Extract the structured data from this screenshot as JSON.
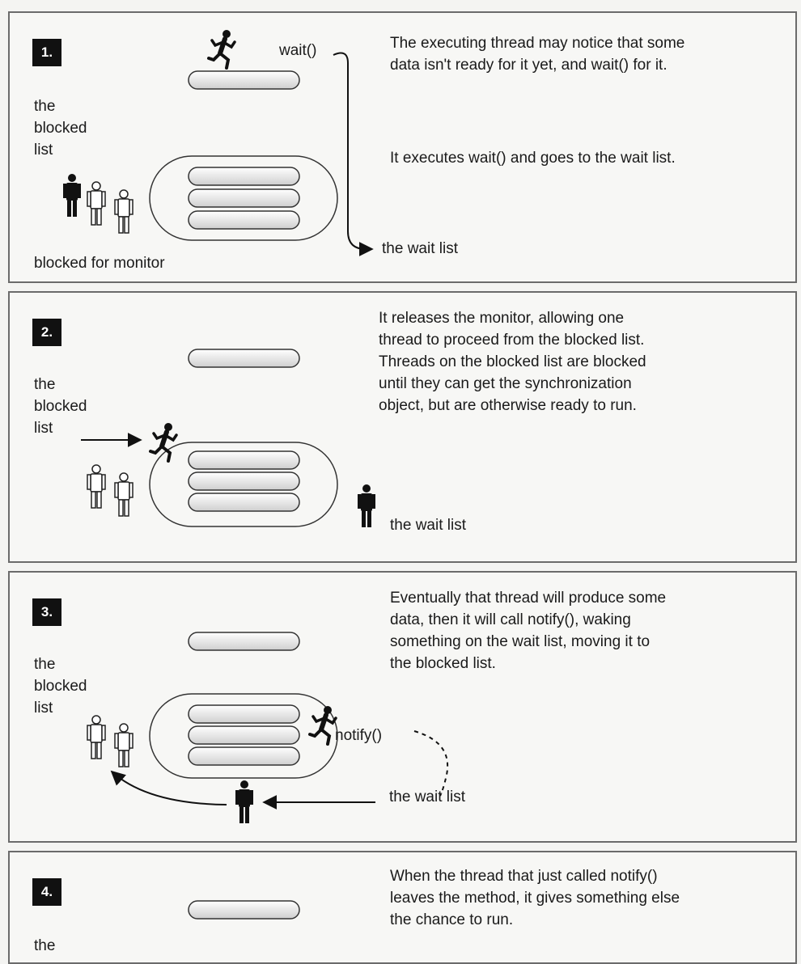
{
  "panels": [
    {
      "number": "1.",
      "left_label": "the\nblocked\nlist",
      "bottom_label": "blocked for monitor",
      "call_label": "wait()",
      "wait_label": "the wait list",
      "description": "The executing thread may notice that some\ndata isn't ready for it yet, and wait() for it.",
      "description2": "It executes wait() and goes to the wait list."
    },
    {
      "number": "2.",
      "left_label": "the\nblocked\nlist",
      "wait_label": "the wait list",
      "description": "It releases the monitor, allowing one\nthread to proceed from the blocked list.\nThreads on the blocked list are blocked\nuntil they can get the synchronization\nobject, but are otherwise ready to run."
    },
    {
      "number": "3.",
      "left_label": "the\nblocked\nlist",
      "call_label": "notify()",
      "wait_label": "the wait list",
      "description": "Eventually that thread will produce some\ndata, then it will call notify(), waking\nsomething on the wait list, moving it to\nthe blocked list."
    },
    {
      "number": "4.",
      "left_label": "the",
      "description": "When the thread that just called notify()\nleaves the method, it gives something else\nthe chance to run."
    }
  ]
}
